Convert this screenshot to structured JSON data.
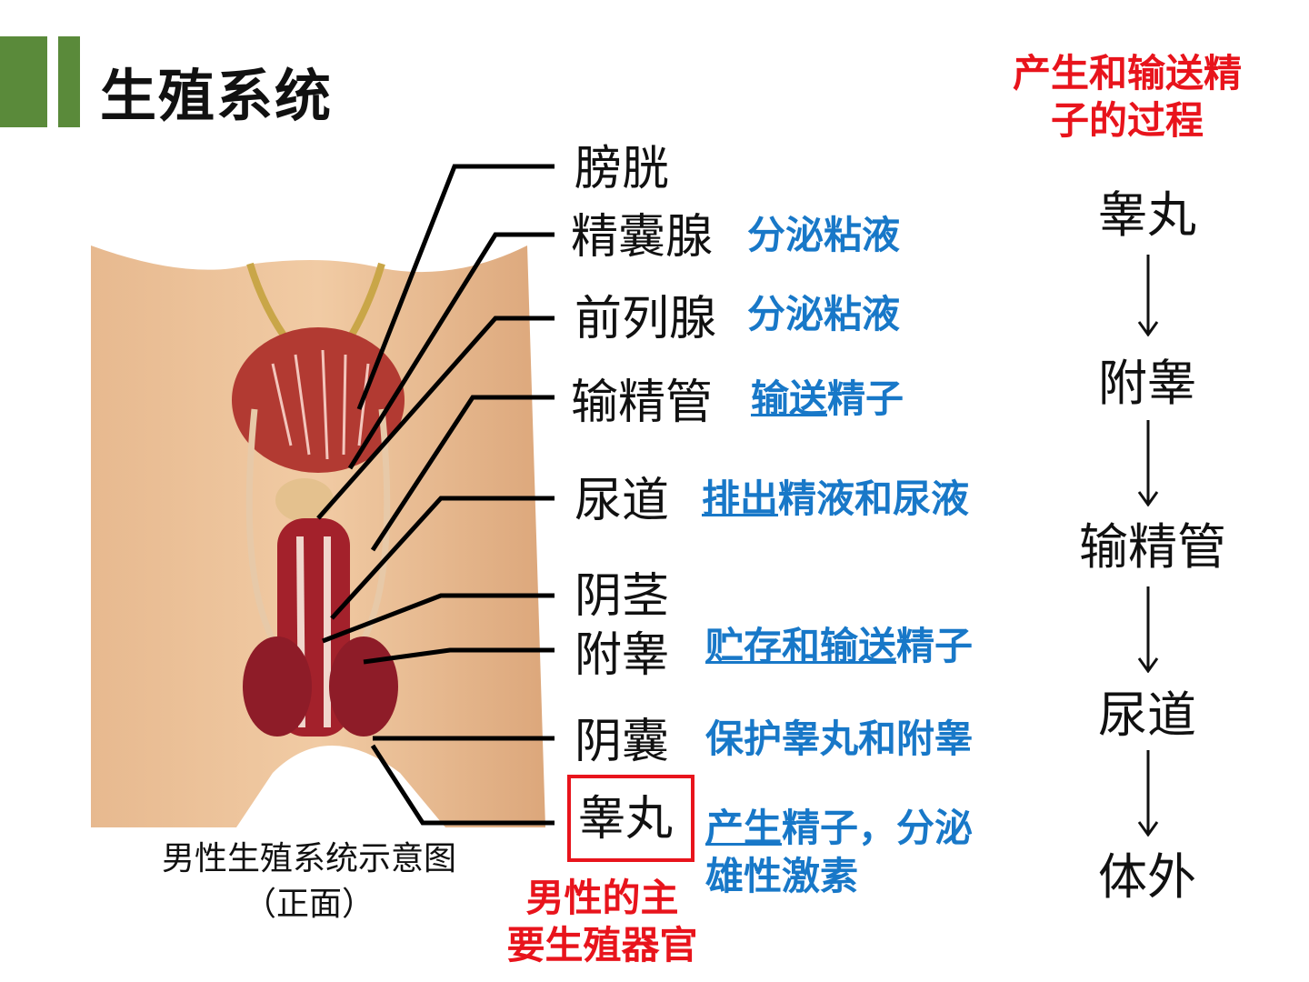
{
  "title": "生殖系统",
  "figure": {
    "caption_line1": "男性生殖系统示意图",
    "caption_line2": "（正面）"
  },
  "labels": [
    {
      "name": "膀胱",
      "desc": []
    },
    {
      "name": "精囊腺",
      "desc": [
        {
          "text": "分泌粘液",
          "underline": false
        }
      ]
    },
    {
      "name": "前列腺",
      "desc": [
        {
          "text": "分泌粘液",
          "underline": false
        }
      ]
    },
    {
      "name": "输精管",
      "desc": [
        {
          "text": "输送",
          "underline": true
        },
        {
          "text": "精子",
          "underline": false
        }
      ]
    },
    {
      "name": "尿道",
      "desc": [
        {
          "text": "排出",
          "underline": true
        },
        {
          "text": "精液和尿液",
          "underline": false
        }
      ]
    },
    {
      "name": "阴茎",
      "desc": []
    },
    {
      "name": "附睾",
      "desc": [
        {
          "text": "贮存和输送",
          "underline": true
        },
        {
          "text": "精子",
          "underline": false
        }
      ]
    },
    {
      "name": "阴囊",
      "desc": [
        {
          "text": "保护睾丸和附睾",
          "underline": false
        }
      ]
    },
    {
      "name": "睾丸",
      "desc": [
        {
          "text": "产生",
          "underline": true
        },
        {
          "text": "精子，分泌",
          "underline": false
        }
      ]
    }
  ],
  "testis_desc_line2": "雄性激素",
  "testis_note": [
    "男性的主",
    "要生殖器官"
  ],
  "process_title": [
    "产生和输送精",
    "子的过程"
  ],
  "process_steps": [
    "睾丸",
    "附睾",
    "输精管",
    "尿道",
    "体外"
  ],
  "colors": {
    "accent_green": "#5a8a3a",
    "red": "#e8141c",
    "blue": "#1878c8"
  }
}
